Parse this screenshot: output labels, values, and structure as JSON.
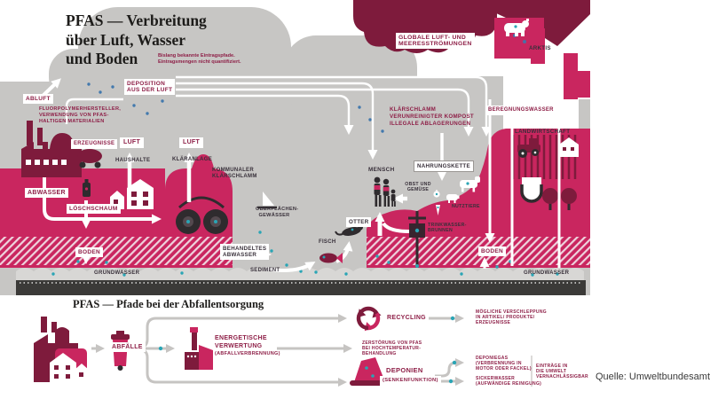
{
  "colors": {
    "magenta": "#c9265f",
    "dunkelrot": "#7e1b3c",
    "grau": "#c7c6c4",
    "teal": "#2aa5b5",
    "blau": "#4379ad",
    "bodenstreifen": "#3b3a38"
  },
  "scene": {
    "title": "PFAS — Verbreitung\nüber Luft, Wasser\nund Boden",
    "note": "Bislang bekannte Eintragspfade.\nEintragsmengen nicht quantifiziert.",
    "labels": {
      "abluft": "ABLUFT",
      "deposition": "DEPOSITION\nAUS DER LUFT",
      "fluorpolymer": "FLUORPOLYMERHERSTELLER,\nVERWENDUNG VON PFAS-\nHALTIGEN MATERIALIEN",
      "erzeugnisse": "ERZEUGNISSE",
      "luft_1": "LUFT",
      "luft_2": "LUFT",
      "haushalte": "HAUSHALTE",
      "klaeranlage": "KLÄRANLAGE",
      "abwasser": "ABWASSER",
      "loeschschaum": "LÖSCHSCHAUM",
      "boden_links": "BODEN",
      "grundwasser_links": "GRUNDWASSER",
      "kommunaler_klaerschlamm": "KOMMUNALER\nKLÄRSCHLAMM",
      "oberflaechengewaesser": "OBERFLÄCHEN-\nGEWÄSSER",
      "behandeltes_abwasser": "BEHANDELTES\nABWASSER",
      "sediment": "SEDIMENT",
      "fisch": "FISCH",
      "otter": "OTTER",
      "mensch": "MENSCH",
      "nahrungskette": "NAHRUNGSKETTE",
      "obst_und_gemuese": "OBST UND\nGEMÜSE",
      "nutztiere": "NUTZTIERE",
      "trinkwasserbrunnen": "TRINKWASSER-\nBRUNNEN",
      "eintragswege_boden": "KLÄRSCHLAMM\nVERUNREINIGTER KOMPOST\nILLEGALE ABLAGERUNGEN",
      "beregnungswasser": "BEREGNUNGSWASSER",
      "landwirtschaft": "LANDWIRTSCHAFT",
      "boden_rechts": "BODEN",
      "grundwasser_rechts": "GRUNDWASSER",
      "globale_stroemungen": "GLOBALE LUFT- UND\nMEERESSTRÖMUNGEN",
      "arktis": "ARKTIS"
    }
  },
  "abfall": {
    "title": "PFAS — Pfade bei der Abfallentsorgung",
    "abfaelle": "ABFÄLLE",
    "energetische": "ENERGETISCHE\nVERWERTUNG",
    "abfallverbrennung": "(ABFALLVERBRENNUNG)",
    "recycling": "RECYCLING",
    "deponien": "DEPONIEN",
    "senkenfunktion": "(SENKENFUNKTION)",
    "zerstoerung": "ZERSTÖRUNG VON PFAS\nBEI HOCHTEMPERATUR-\nBEHANDLUNG",
    "verschleppung": "MÖGLICHE VERSCHLEPPUNG\nIN ARTIKEL/ PRODUKTE/\nERZEUGNISSE",
    "deponiegas": "DEPONIEGAS\n(VERBRENNUNG IN\nMOTOR ODER FACKEL)",
    "sickerwasser": "SICKERWASSER\n(AUFWÄNDIGE REINIGUNG)",
    "eintraege": "EINTRÄGE IN\nDIE UMWELT\nVERNACHLÄSSIGBAR"
  },
  "source": "Quelle: Umweltbundesamt",
  "icons": {
    "factory-icon": "Fabrik",
    "house-icon": "Häuser",
    "hydrant-icon": "Hydrant/Löschschaum",
    "sewage-plant-icon": "Kläranlage mit Klärbecken",
    "boat-icon": "Segelboot",
    "fish-icon": "Fisch",
    "otter-icon": "Otter",
    "family-icon": "Mensch (Familie)",
    "cow-icon": "Kuh",
    "pig-icon": "Schwein",
    "apple-icon": "Apfel",
    "carrot-icon": "Karotte",
    "well-icon": "Trinkwasserbrunnen",
    "tractor-icon": "Traktor",
    "tree-icon": "Bäume",
    "polar-bear-icon": "Eisbär",
    "waste-bin-icon": "Mülltonne",
    "incinerator-icon": "Müllverbrennungsanlage",
    "recycling-icon": "Recycling-Pfeile",
    "landfill-icon": "Deponie",
    "pfas-particle": "PFAS-Partikel"
  }
}
